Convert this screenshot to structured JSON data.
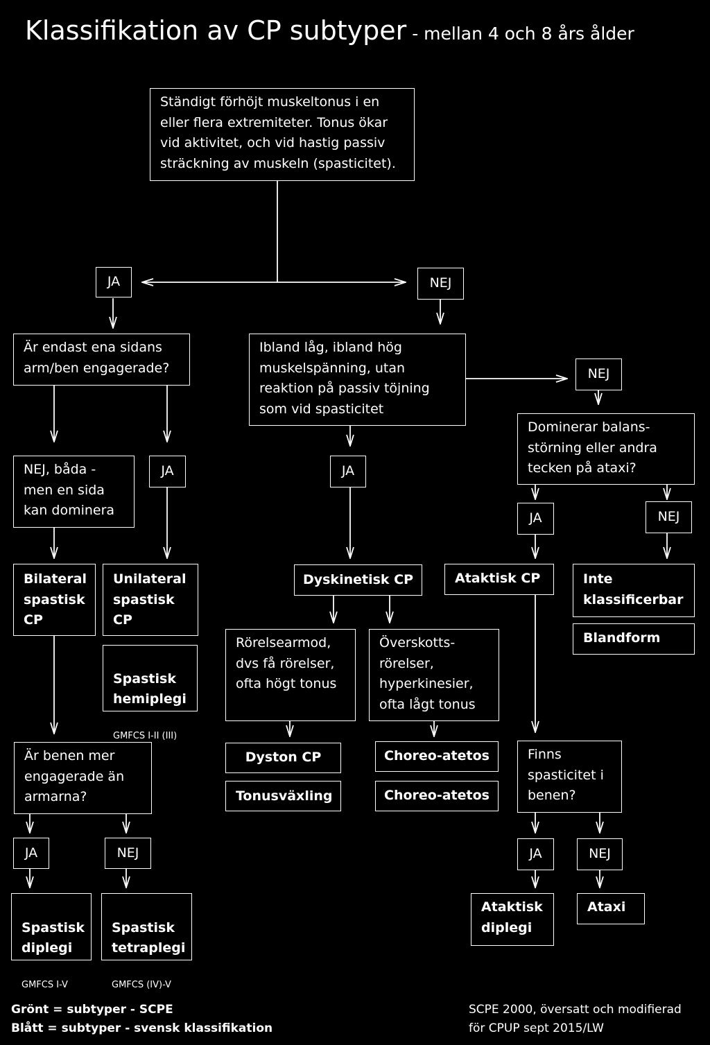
{
  "title": {
    "main": "Klassifikation av CP subtyper",
    "sub": " - mellan 4 och 8 års ålder"
  },
  "nodes": {
    "root": "Ständigt förhöjt muskeltonus i en eller flera extremiteter. Tonus ökar vid aktivitet, och vid hastig passiv sträckning av muskeln (spasticitet).",
    "ja_main": "JA",
    "nej_main": "NEJ",
    "q_unilateral": "Är endast ena sidans arm/ben engagerade?",
    "q_dyskinetic": "Ibland låg, ibland hög muskelspänning, utan reaktion på passiv töjning som vid spasticitet",
    "nej_dysk": "NEJ",
    "q_ataxi": "Dominerar balans-störning eller andra tecken på ataxi?",
    "nej_both": "NEJ, båda - men en sida kan dominera",
    "ja_uni": "JA",
    "ja_dysk": "JA",
    "ja_ataxi": "JA",
    "nej_ataxi": "NEJ",
    "bilateral": "Bilateral spastisk CP",
    "unilateral": "Unilateral spastisk CP",
    "hemiplegi": "Spastisk hemiplegi",
    "hemiplegi_gmfcs": "GMFCS I-II (III)",
    "dyskinetisk": "Dyskinetisk CP",
    "ataktisk": "Ataktisk CP",
    "inte_klass": "Inte klassificerbar",
    "blandform": "Blandform",
    "rorelsearmod": "Rörelsearmod, dvs få rörelser, ofta högt tonus",
    "overskott": "Överskotts-rörelser, hyperkinesier, ofta lågt tonus",
    "dyston": "Dyston CP",
    "tonusvaxling": "Tonusväxling",
    "choreo1": "Choreo-atetos",
    "choreo2": "Choreo-atetos",
    "q_benen": "Är benen mer engagerade än armarna?",
    "q_spast_benen": "Finns spasticitet i benen?",
    "ja_benen": "JA",
    "nej_benen": "NEJ",
    "ja_spast": "JA",
    "nej_spast": "NEJ",
    "diplegi": "Spastisk diplegi",
    "diplegi_gmfcs": "GMFCS I-V",
    "tetraplegi": "Spastisk tetraplegi",
    "tetraplegi_gmfcs": "GMFCS (IV)-V",
    "ataktisk_diplegi": "Ataktisk diplegi",
    "ataxi": "Ataxi"
  },
  "legend": {
    "line1": "Grönt = subtyper - SCPE",
    "line2": "Blått = subtyper - svensk klassifikation"
  },
  "source": {
    "line1": "SCPE 2000, översatt och modifierad",
    "line2": "för CPUP sept 2015/LW"
  }
}
